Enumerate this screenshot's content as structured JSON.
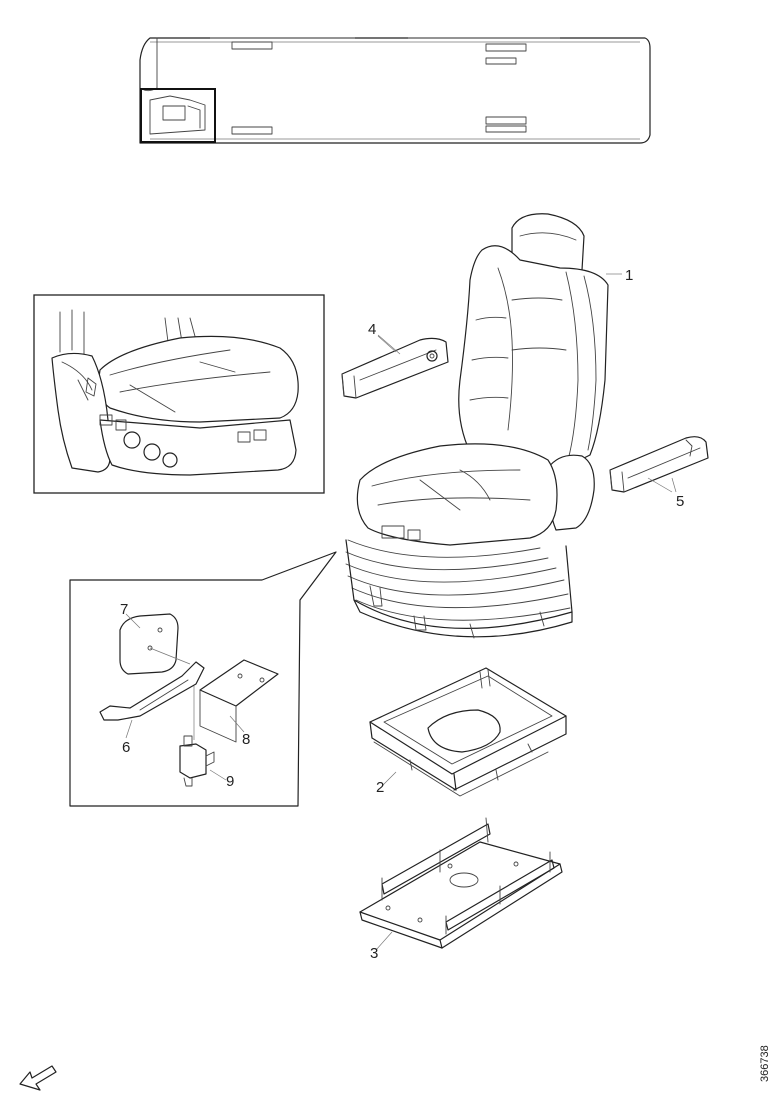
{
  "callouts": {
    "c1": "1",
    "c2": "2",
    "c3": "3",
    "c4": "4",
    "c5": "5",
    "c6": "6",
    "c7": "7",
    "c8": "8",
    "c9": "9"
  },
  "reference_code": "366738"
}
